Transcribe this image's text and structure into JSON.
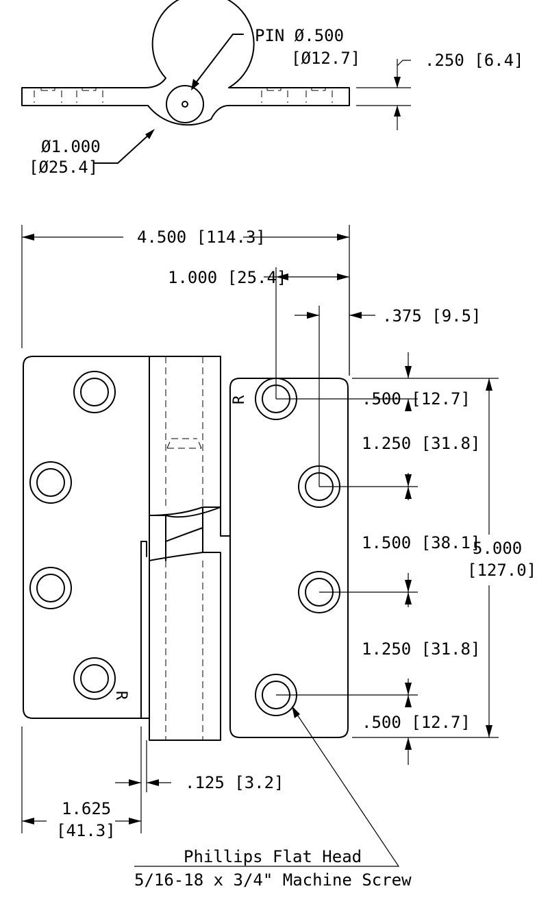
{
  "top_view": {
    "pin_label": "PIN Ø.500",
    "pin_label_mm": "[Ø12.7]",
    "knuckle_dia": "Ø1.000",
    "knuckle_dia_mm": "[Ø25.4]",
    "thickness": ".250 [6.4]"
  },
  "front_view": {
    "overall_width": "4.500 [114.3]",
    "hole_offset_wide": "1.000 [25.4]",
    "hole_offset_narrow": ".375 [9.5]",
    "edge_top": ".500 [12.7]",
    "spacing_1": "1.250 [31.8]",
    "spacing_2": "1.500 [38.1]",
    "spacing_3": "1.250 [31.8]",
    "edge_bottom": ".500 [12.7]",
    "overall_height": "5.000",
    "overall_height_mm": "[127.0]",
    "gap": ".125 [3.2]",
    "leaf_width": "1.625",
    "leaf_width_mm": "[41.3]",
    "hand_mark_right_leaf": "R",
    "hand_mark_left_leaf": "R"
  },
  "note": {
    "line1": "Phillips Flat Head",
    "line2": "5/16-18 x 3/4\" Machine Screw"
  }
}
